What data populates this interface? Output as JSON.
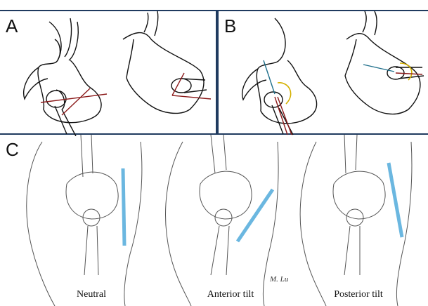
{
  "panels": {
    "a": {
      "letter": "A"
    },
    "b": {
      "letter": "B"
    },
    "c": {
      "letter": "C",
      "captions": [
        "Neutral",
        "Anterior tilt",
        "Posterior tilt"
      ],
      "signature": "M. Lu"
    }
  },
  "colors": {
    "border": "#1f3a5f",
    "red_line": "#8b1a1a",
    "blue_line": "#1f6f8b",
    "yellow_arc": "#d4b000",
    "pelvis_line": "#6bb7e0"
  }
}
